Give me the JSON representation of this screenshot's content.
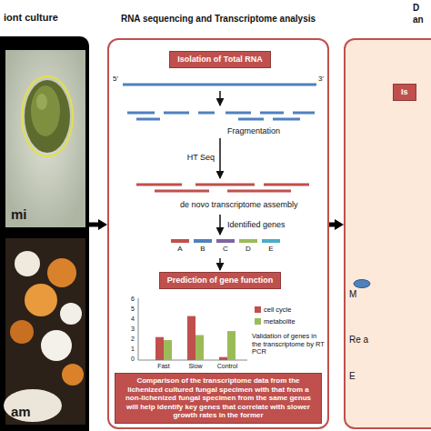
{
  "diagram": {
    "nodes": [
      {
        "text": [
          "iont culture"
        ]
      },
      {
        "text": [
          "mi"
        ],
        "in": 0
      },
      {
        "text": [
          "am"
        ],
        "in": 0
      },
      {
        "text": [
          "RNA sequencing and Transcriptome analysis"
        ]
      },
      {
        "text": [
          "Isolation of Total RNA"
        ],
        "in": 3
      },
      {
        "text": [
          "Prediction of gene function"
        ],
        "in": 3
      },
      {
        "text": [
          "Comparison of the transcriptome data from the lichenized cultured fungal specimen with that from a non-lichenized fungal specimen from the same genus will help identify key genes that correlate with slower growth rates in the former"
        ],
        "in": 3
      },
      {
        "text": [
          "D an"
        ]
      },
      {
        "text": [
          "Is"
        ],
        "in": 7
      }
    ],
    "edges": [
      {
        "from": 0,
        "to": 3,
        "arrow": "to"
      },
      {
        "from": 3,
        "to": 7,
        "arrow": "to"
      }
    ],
    "labels": [
      "5'",
      "3'",
      "Fragmentation",
      "HT Seq",
      "de novo transcriptome assembly",
      "Identified genes",
      "A",
      "B",
      "C",
      "D",
      "E",
      "6",
      "5",
      "4",
      "3",
      "2",
      "1",
      "0",
      "Fast",
      "Slow",
      "Control",
      "Validation of genes in the transcriptome by RT PCR",
      "M",
      "Re a",
      "E"
    ],
    "legend": [
      {
        "text": "cell cycle",
        "color": "#c0504d"
      },
      {
        "text": "metabolite",
        "color": "#9bbb59"
      }
    ]
  }
}
